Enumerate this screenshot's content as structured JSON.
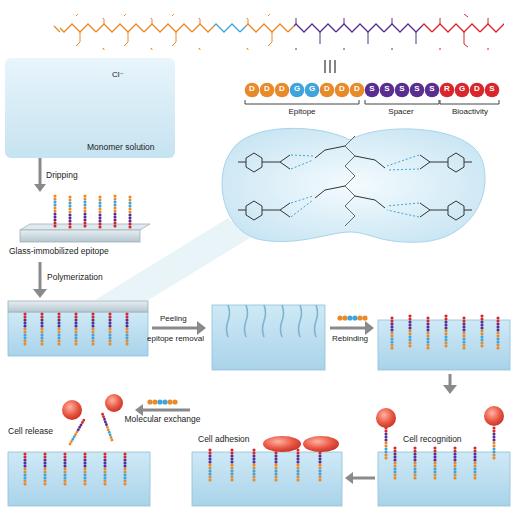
{
  "diagram": {
    "nodes": [
      {
        "text": [
          "Monomer solution"
        ]
      },
      {
        "text": [
          "Glass-immobilized epitope"
        ]
      },
      {
        "text": [
          "Cell recognition"
        ]
      },
      {
        "text": [
          "Cell adhesion"
        ]
      },
      {
        "text": [
          "Cell release"
        ]
      }
    ],
    "edges": [
      {
        "from": 0,
        "to": 1,
        "label": "Dripping",
        "arrow": "to"
      },
      {
        "from": 2,
        "to": 3,
        "arrow": "to"
      },
      {
        "from": 3,
        "to": 4,
        "label": "Molecular exchange",
        "arrow": "to"
      }
    ],
    "labels": [
      "D",
      "D",
      "D",
      "G",
      "G",
      "D",
      "D",
      "D",
      "S",
      "S",
      "S",
      "S",
      "S",
      "R",
      "G",
      "D",
      "S",
      "Epitope",
      "Spacer",
      "Bioactivity",
      "Cl⁻",
      "Polymerization",
      "Peeling",
      "epitope removal",
      "Rebinding"
    ]
  }
}
